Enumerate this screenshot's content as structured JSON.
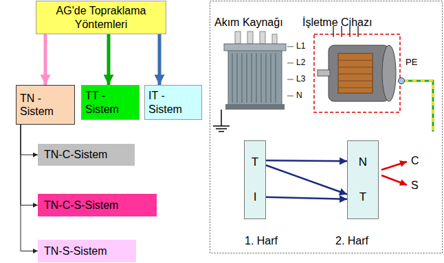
{
  "diagram": {
    "nodes": [
      {
        "text": [
          "AG'de Topraklama Yöntemleri"
        ]
      },
      {
        "text": [
          "TN - Sistem"
        ]
      },
      {
        "text": [
          "TT - Sistem"
        ]
      },
      {
        "text": [
          "IT - Sistem"
        ]
      },
      {
        "text": [
          "TN-C-Sistem"
        ]
      },
      {
        "text": [
          "TN-C-S-Sistem"
        ]
      },
      {
        "text": [
          "TN-S-Sistem"
        ]
      },
      {
        "text": [
          "T",
          "I"
        ]
      },
      {
        "text": [
          "N",
          "T"
        ]
      }
    ],
    "edges": [
      {
        "from": 0,
        "to": 1,
        "arrow": "to"
      },
      {
        "from": 0,
        "to": 2,
        "arrow": "to"
      },
      {
        "from": 0,
        "to": 3,
        "arrow": "to"
      },
      {
        "from": 1,
        "to": 4,
        "arrow": "to"
      },
      {
        "from": 1,
        "to": 5,
        "arrow": "to"
      },
      {
        "from": 1,
        "to": 6,
        "arrow": "to"
      },
      {
        "from": 7,
        "to": 8,
        "arrow": "to"
      },
      {
        "from": 7,
        "to": 8,
        "arrow": "to"
      },
      {
        "from": 7,
        "to": 8,
        "arrow": "to"
      }
    ],
    "labels": [
      "Akım Kaynağı",
      "İşletme Cihazı",
      "L1",
      "L2",
      "L3",
      "N",
      "PE",
      "C",
      "S",
      "1. Harf",
      "2. Harf"
    ]
  }
}
